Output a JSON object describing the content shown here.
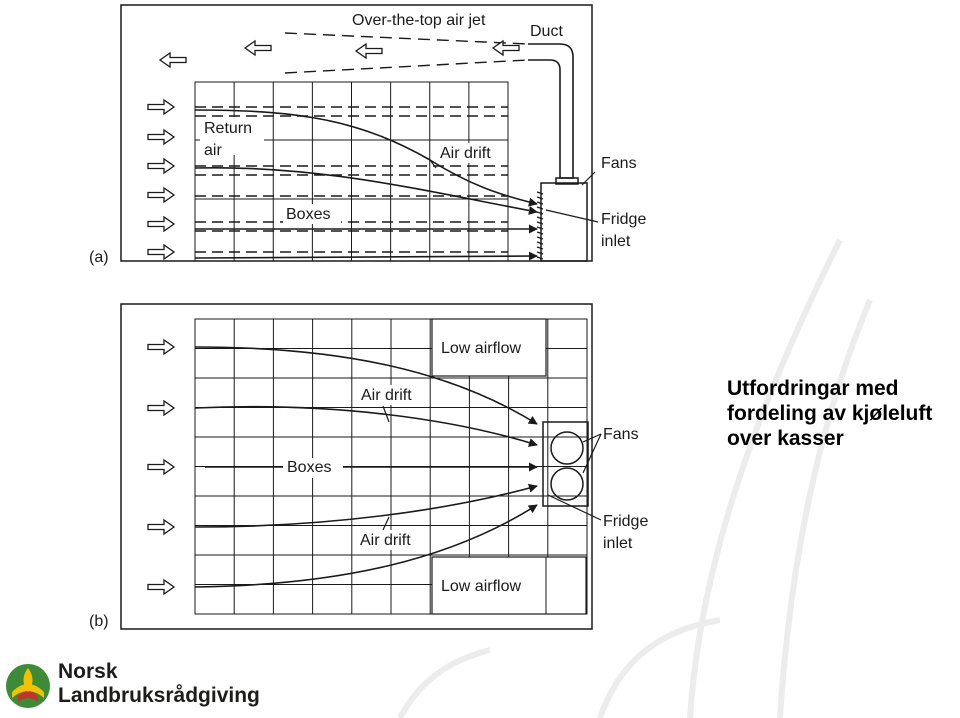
{
  "title_lines": [
    "Utfordringar med",
    "fordeling av kjøleluft",
    "over kasser"
  ],
  "panel_a": {
    "tag": "(a)",
    "labels": {
      "jet": "Over-the-top air jet",
      "duct": "Duct",
      "return_1": "Return",
      "return_2": "air",
      "air_drift": "Air drift",
      "fans": "Fans",
      "boxes": "Boxes",
      "fridge_1": "Fridge",
      "fridge_2": "inlet"
    }
  },
  "panel_b": {
    "tag": "(b)",
    "labels": {
      "low_top": "Low airflow",
      "air_drift_top": "Air drift",
      "fans": "Fans",
      "boxes": "Boxes",
      "air_drift_bottom": "Air drift",
      "fridge_1": "Fridge",
      "fridge_2": "inlet",
      "low_bottom": "Low airflow"
    }
  },
  "logo": {
    "line1": "Norsk",
    "line2": "Landbruksrådgiving",
    "colors": {
      "green": "#3d8b37",
      "yellow": "#f2c200",
      "red": "#c9302c"
    }
  },
  "colors": {
    "line": "#1a1a1a",
    "watermark": "#ececec"
  }
}
